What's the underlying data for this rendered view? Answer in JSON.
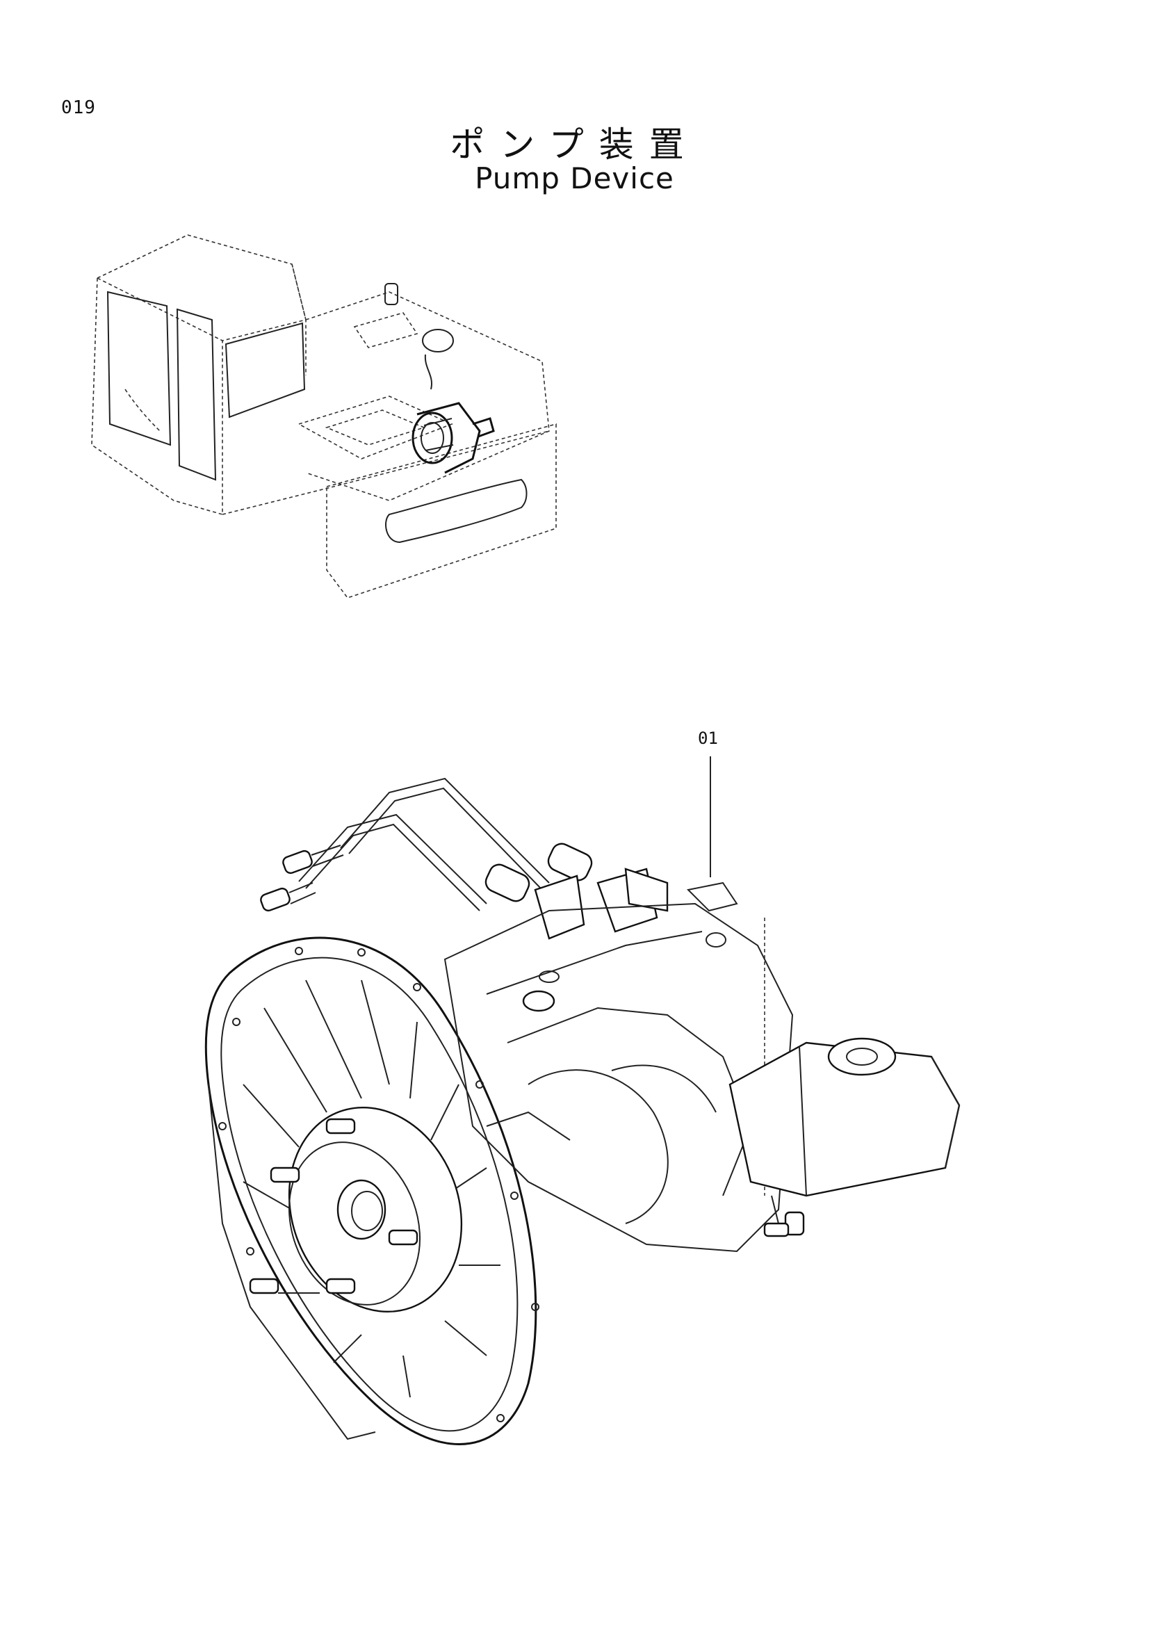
{
  "header": {
    "page_number": "019",
    "title_jp": "ポンプ装置",
    "title_en": "Pump Device"
  },
  "callouts": [
    {
      "label": "01"
    }
  ]
}
